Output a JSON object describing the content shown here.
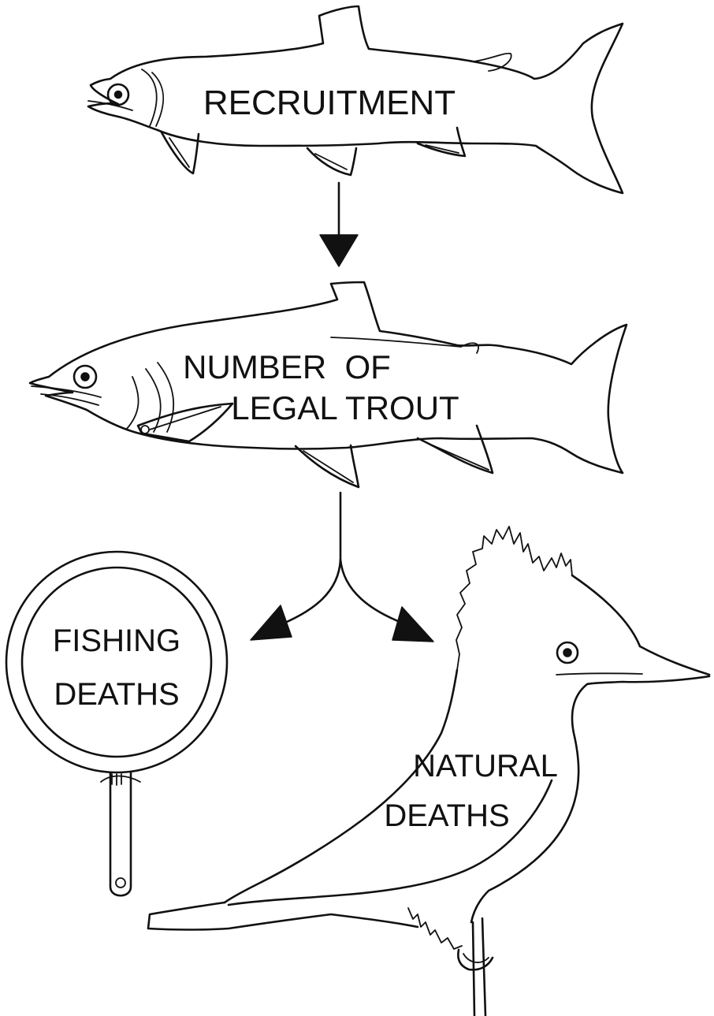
{
  "diagram": {
    "nodes": {
      "recruitment": {
        "label": "RECRUITMENT"
      },
      "legal_trout": {
        "line1": "NUMBER  OF",
        "line2": "LEGAL TROUT"
      },
      "fishing_deaths": {
        "line1": "FISHING",
        "line2": "DEATHS"
      },
      "natural_deaths": {
        "line1": "NATURAL",
        "line2": "DEATHS"
      }
    },
    "edges": [
      {
        "from": "recruitment",
        "to": "legal_trout"
      },
      {
        "from": "legal_trout",
        "to": "fishing_deaths"
      },
      {
        "from": "legal_trout",
        "to": "natural_deaths"
      }
    ],
    "icons": {
      "fish_1": "trout-icon",
      "fish_2": "trout-icon",
      "net": "landing-net-icon",
      "bird": "kingfisher-icon"
    },
    "colors": {
      "ink": "#111111",
      "paper": "#ffffff"
    }
  }
}
